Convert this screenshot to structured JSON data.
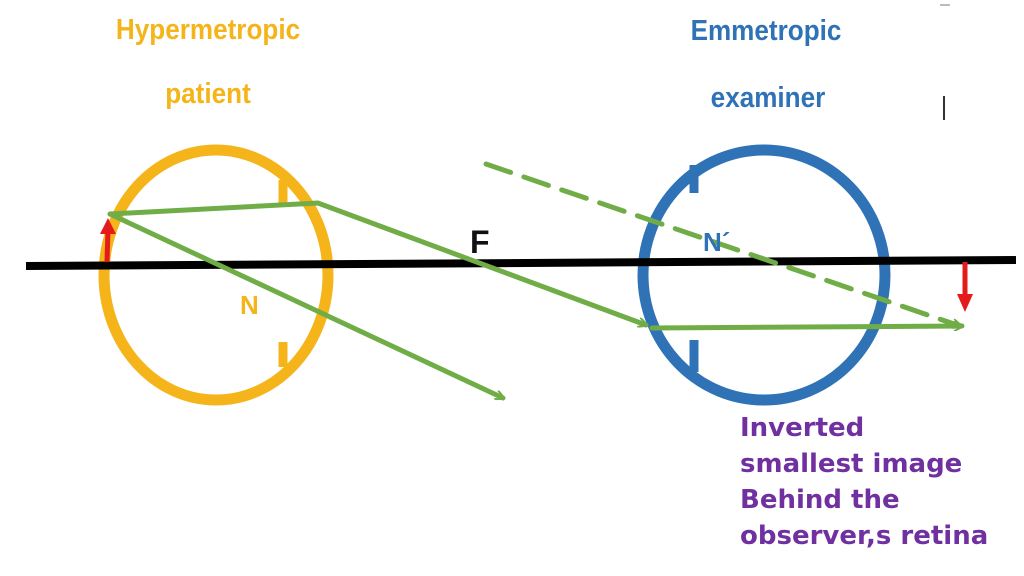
{
  "patient": {
    "title_line1": "Hypermetropic",
    "title_line2": "patient",
    "nodal_label": "N",
    "color": "#F4B41A"
  },
  "examiner": {
    "title_line1": "Emmetropic",
    "title_line2": "examiner",
    "nodal_label": "N´",
    "color": "#2F73B6"
  },
  "focal_point_label": "F",
  "caption": {
    "line1": "Inverted",
    "line2": "smallest image",
    "line3": "Behind the",
    "line4": "observer,s retina",
    "color": "#7030A0"
  },
  "colors": {
    "optical_axis": "#000000",
    "rays": "#70AD47",
    "image_arrows": "#E31B1B"
  }
}
